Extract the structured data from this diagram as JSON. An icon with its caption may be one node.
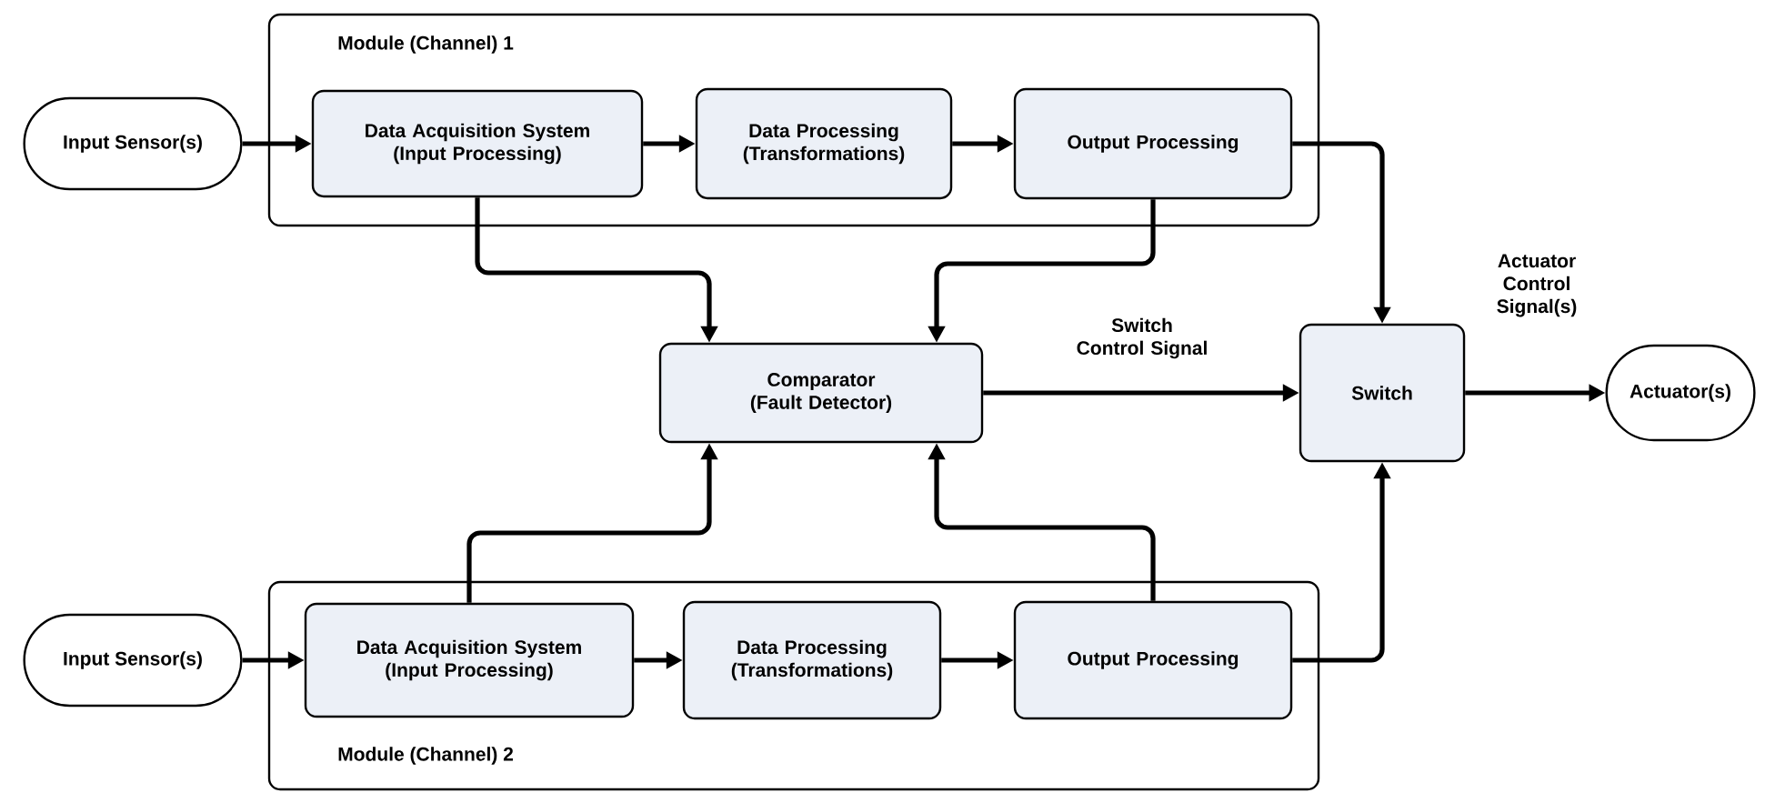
{
  "diagram": {
    "nodes": [
      {
        "text": [
          "Module (Channel) 1"
        ]
      },
      {
        "text": [
          "Input Sensor(s)"
        ]
      },
      {
        "text": [
          "Data Acquisition System (Input Processing)"
        ],
        "in": 0
      },
      {
        "text": [
          "Data Processing (Transformations)"
        ],
        "in": 0
      },
      {
        "text": [
          "Output Processing"
        ],
        "in": 0
      },
      {
        "text": [
          "Comparator (Fault Detector)"
        ]
      },
      {
        "text": [
          "Switch"
        ]
      },
      {
        "text": [
          "Actuator(s)"
        ]
      },
      {
        "text": [
          "Module (Channel) 2"
        ]
      },
      {
        "text": [
          "Input Sensor(s)"
        ]
      },
      {
        "text": [
          "Data Acquisition System (Input Processing)"
        ],
        "in": 8
      },
      {
        "text": [
          "Data Processing (Transformations)"
        ],
        "in": 8
      },
      {
        "text": [
          "Output Processing"
        ],
        "in": 8
      }
    ],
    "edges": [
      {
        "from": 1,
        "to": 2,
        "arrow": "to"
      },
      {
        "from": 2,
        "to": 3,
        "arrow": "to"
      },
      {
        "from": 3,
        "to": 4,
        "arrow": "to"
      },
      {
        "from": 2,
        "to": 5,
        "arrow": "to"
      },
      {
        "from": 4,
        "to": 5,
        "arrow": "to"
      },
      {
        "from": 4,
        "to": 6,
        "arrow": "to"
      },
      {
        "from": 5,
        "to": 6,
        "arrow": "to",
        "label": "Switch Control Signal"
      },
      {
        "from": 6,
        "to": 7,
        "arrow": "to",
        "label": "Actuator Control Signal(s)"
      },
      {
        "from": 9,
        "to": 10,
        "arrow": "to"
      },
      {
        "from": 10,
        "to": 11,
        "arrow": "to"
      },
      {
        "from": 11,
        "to": 12,
        "arrow": "to"
      },
      {
        "from": 10,
        "to": 5,
        "arrow": "to"
      },
      {
        "from": 12,
        "to": 5,
        "arrow": "to"
      },
      {
        "from": 12,
        "to": 6,
        "arrow": "to"
      }
    ]
  }
}
